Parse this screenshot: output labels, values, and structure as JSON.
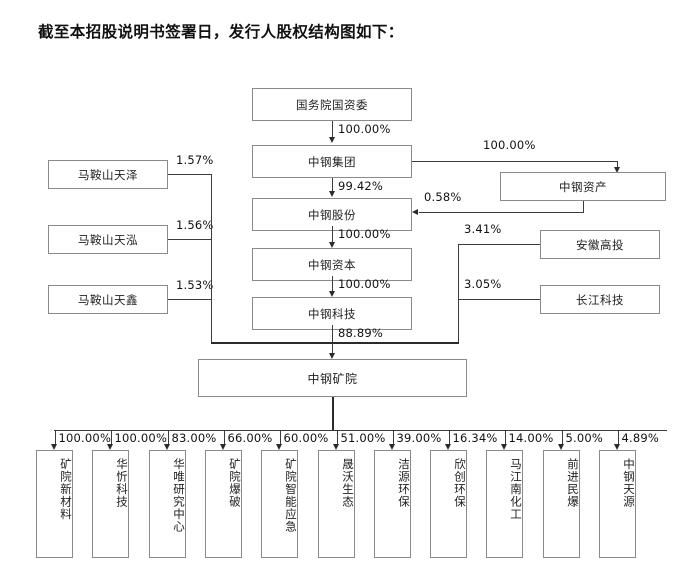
{
  "title": "截至本招股说明书签署日，发行人股权结构图如下：",
  "nodes": {
    "sasac": "国务院国资委",
    "group": "中钢集团",
    "shares": "中钢股份",
    "capital": "中钢资本",
    "tech": "中钢科技",
    "mining_institute": "中钢矿院",
    "assets": "中钢资产",
    "anhui_gaotou": "安徽高投",
    "changjiang_tech": "长江科技",
    "maanshan_tianze": "马鞍山天泽",
    "maanshan_tianhong": "马鞍山天泓",
    "maanshan_tianxin": "马鞍山天鑫"
  },
  "percentages": {
    "sasac_to_group": "100.00%",
    "group_to_shares": "99.42%",
    "group_to_assets": "100.00%",
    "assets_to_shares": "0.58%",
    "shares_to_capital": "100.00%",
    "capital_to_tech": "100.00%",
    "anhui_to_mining": "3.41%",
    "changjiang_to_mining": "3.05%",
    "tianze_to_mining": "1.57%",
    "tianhong_to_mining": "1.56%",
    "tianxin_to_mining": "1.53%",
    "tech_to_mining": "88.89%"
  },
  "subsidiaries": [
    {
      "name": "矿院新材料",
      "stake": "100.00%"
    },
    {
      "name": "华忻科技",
      "stake": "100.00%"
    },
    {
      "name": "华唯研究中心",
      "stake": "83.00%"
    },
    {
      "name": "矿院爆破",
      "stake": "66.00%"
    },
    {
      "name": "矿院智能应急",
      "stake": "60.00%"
    },
    {
      "name": "晟沃生态",
      "stake": "51.00%"
    },
    {
      "name": "洁源环保",
      "stake": "39.00%"
    },
    {
      "name": "欣创环保",
      "stake": "16.34%"
    },
    {
      "name": "马江南化工",
      "stake": "14.00%"
    },
    {
      "name": "前进民爆",
      "stake": "5.00%"
    },
    {
      "name": "中钢天源",
      "stake": "4.89%"
    }
  ],
  "colors": {
    "box_border": "#8a8a8a",
    "line": "#3c3c3c",
    "text": "#1a1a1a",
    "background": "#ffffff"
  }
}
